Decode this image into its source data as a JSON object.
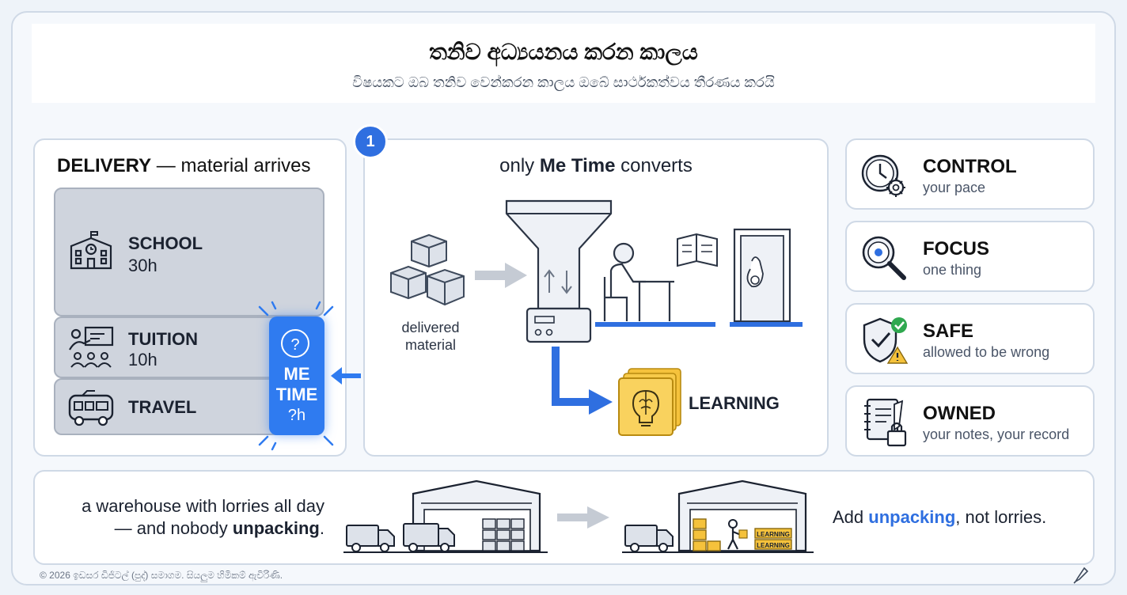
{
  "header": {
    "title": "තනිව අධ්‍යයනය කරන කාලය",
    "subtitle": "විෂයකට ඔබ තනිව වෙන්කරන කාලය ඔබේ සාර්ථකත්වය තීරණය කරයි"
  },
  "delivery": {
    "heading_bold": "DELIVERY",
    "heading_rest": " — material arrives",
    "sources": [
      {
        "name": "SCHOOL",
        "hours": "30h",
        "icon": "school-icon"
      },
      {
        "name": "TUITION",
        "hours": "10h",
        "icon": "classroom-icon"
      },
      {
        "name": "TRAVEL",
        "hours": "",
        "icon": "bus-icon"
      }
    ],
    "me_time": {
      "label_line1": "ME",
      "label_line2": "TIME",
      "value": "?h",
      "symbol": "?"
    }
  },
  "converter": {
    "step_number": "1",
    "heading_pre": "only ",
    "heading_bold": "Me Time",
    "heading_post": " converts",
    "input_label_line1": "delivered",
    "input_label_line2": "material",
    "output_label": "LEARNING"
  },
  "qualities": [
    {
      "title": "CONTROL",
      "subtitle": "your pace",
      "icon": "clock-gear-icon"
    },
    {
      "title": "FOCUS",
      "subtitle": "one thing",
      "icon": "magnifier-icon"
    },
    {
      "title": "SAFE",
      "subtitle": "allowed to be wrong",
      "icon": "shield-check-icon"
    },
    {
      "title": "OWNED",
      "subtitle": "your notes, your record",
      "icon": "notebook-lock-icon"
    }
  ],
  "analogy": {
    "line1": "a warehouse with lorries all day",
    "line2_pre": "— and nobody ",
    "line2_bold": "unpacking",
    "line2_post": ".",
    "box_label": "LEARNING",
    "conclusion_pre": "Add ",
    "conclusion_bold": "unpacking",
    "conclusion_post": ", not lorries."
  },
  "footer": {
    "text": "© 2026 ඉඩසර ඩිජිටල් (පුද්) සමාගම. සියලුම හිමිකම් ඇවිරිණි."
  },
  "colors": {
    "accent": "#2f6fe0",
    "me_time": "#2f7bf0",
    "learning": "#f5c23c",
    "source_gray": "#cfd4dd"
  }
}
